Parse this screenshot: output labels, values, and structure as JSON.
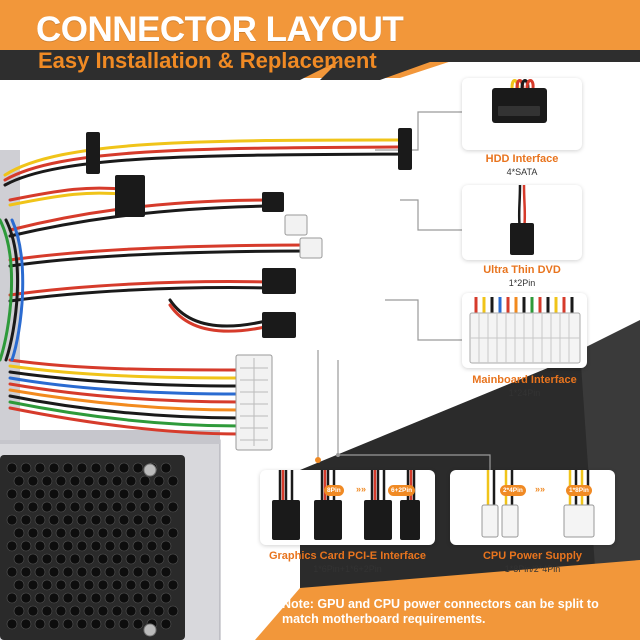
{
  "header": {
    "title": "CONNECTOR LAYOUT",
    "subtitle": "Easy Installation & Replacement"
  },
  "connectors": [
    {
      "name": "HDD Interface",
      "spec": "4*SATA"
    },
    {
      "name": "Ultra Thin DVD",
      "spec": "1*2Pin"
    },
    {
      "name": "Mainboard Interface",
      "spec": "1*24Pin"
    },
    {
      "name": "Graphics Card PCI-E Interface",
      "spec": "1*6Pin+1*6+2Pin"
    },
    {
      "name": "CPU Power Supply",
      "spec": "1*8Pin/2*4Pin"
    }
  ],
  "badges": {
    "gpu_a": "8Pin",
    "gpu_b": "6+2Pin",
    "cpu_a": "2*4Pin",
    "cpu_b": "1*8Pin"
  },
  "note": "Note: GPU and CPU power connectors can be split to match motherboard requirements.",
  "colors": {
    "accent": "#f08a24",
    "dark": "#2b2b2b",
    "orange_band": "#f29a3a"
  },
  "icons": [
    "sata-connector-icon",
    "dvd-connector-icon",
    "atx-24pin-icon",
    "pcie-connector-icon",
    "cpu-connector-icon",
    "psu-image"
  ]
}
